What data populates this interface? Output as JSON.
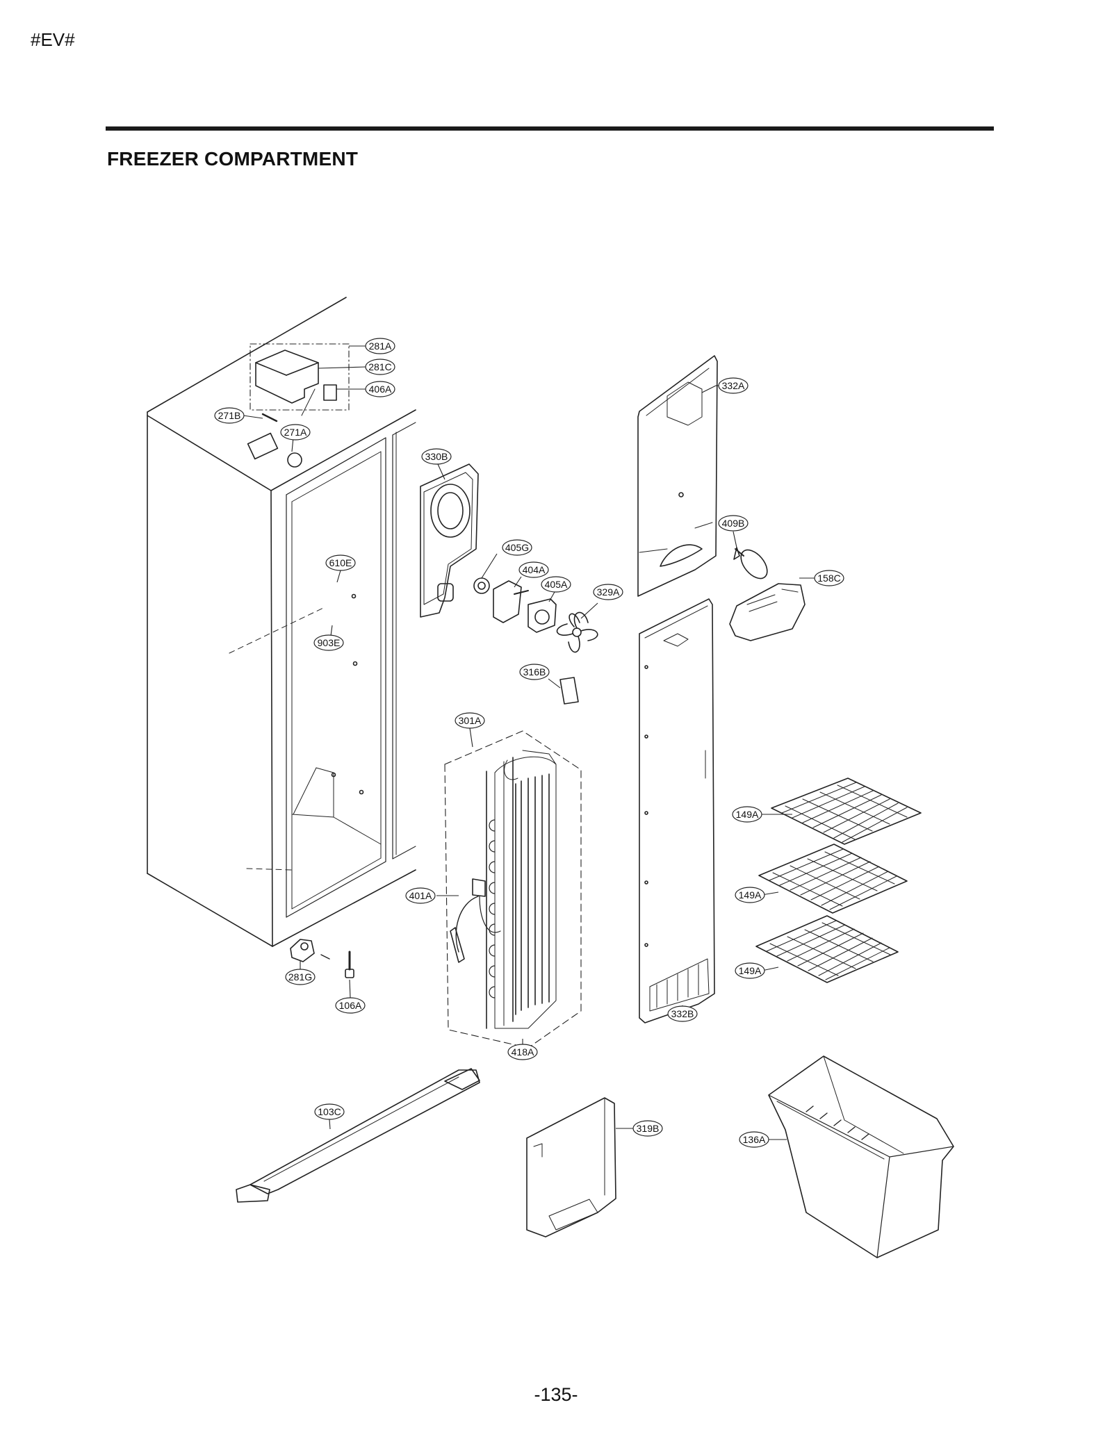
{
  "header": {
    "tag": "#EV#"
  },
  "section": {
    "title": "FREEZER COMPARTMENT"
  },
  "footer": {
    "page_number": "-135-"
  },
  "callouts": {
    "c281A": "281A",
    "c281C": "281C",
    "c406A": "406A",
    "c271B": "271B",
    "c271A": "271A",
    "c330B": "330B",
    "c332A": "332A",
    "c409B": "409B",
    "c158C": "158C",
    "c610E": "610E",
    "c405G": "405G",
    "c404A": "404A",
    "c405A": "405A",
    "c329A": "329A",
    "c903E": "903E",
    "c316B": "316B",
    "c301A": "301A",
    "c149A_1": "149A",
    "c149A_2": "149A",
    "c149A_3": "149A",
    "c401A": "401A",
    "c281G": "281G",
    "c106A": "106A",
    "c332B": "332B",
    "c418A": "418A",
    "c103C": "103C",
    "c319B": "319B",
    "c136A": "136A"
  }
}
